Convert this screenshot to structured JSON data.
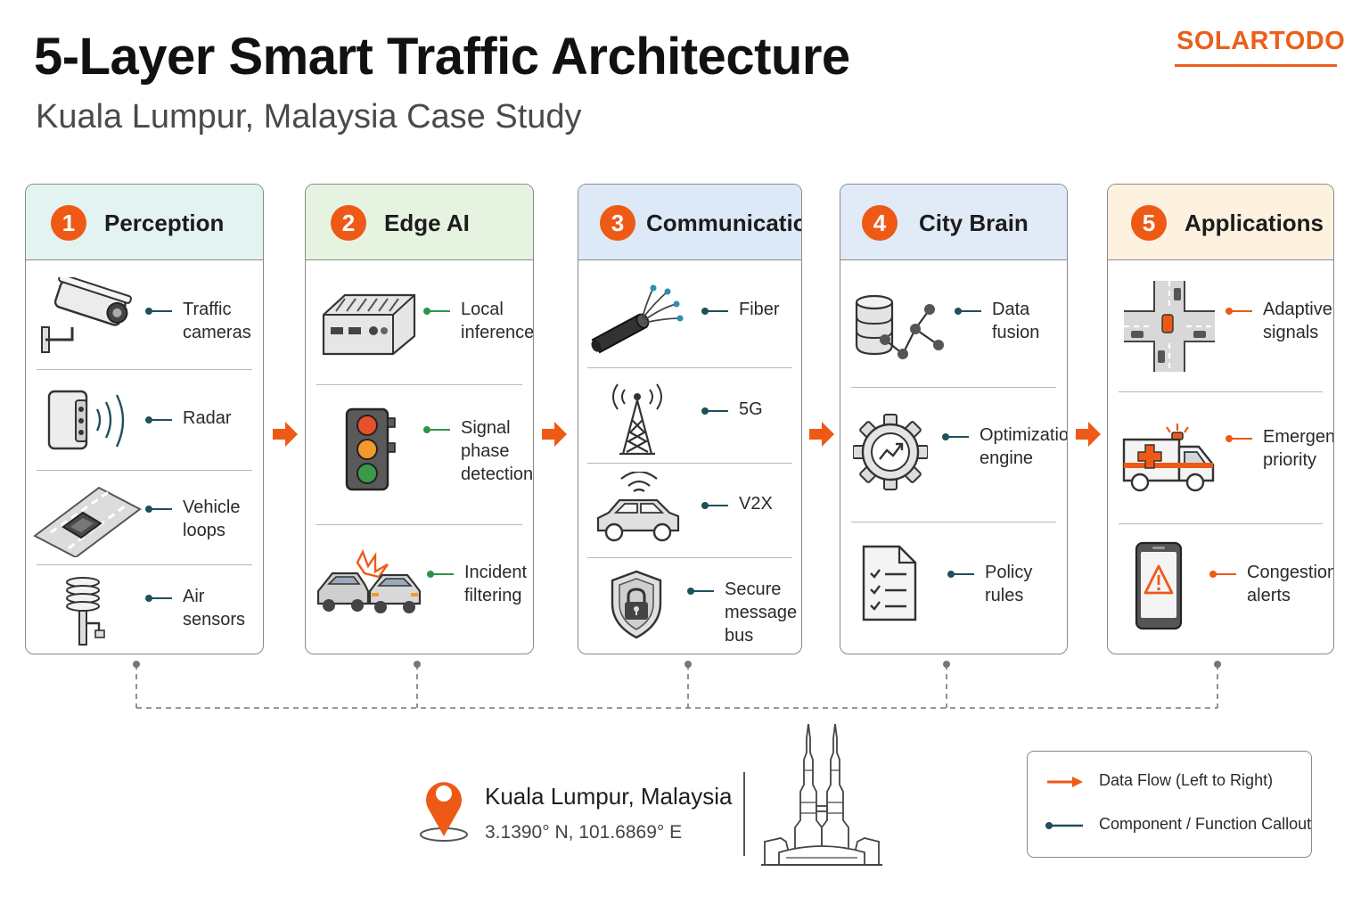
{
  "header": {
    "title": "5-Layer Smart Traffic Architecture",
    "subtitle": "Kuala Lumpur, Malaysia Case Study",
    "brand": "SOLARTODO"
  },
  "colors": {
    "accent": "#ee5a16",
    "teal_callout": "#1f4f5c",
    "green_callout": "#2e9448",
    "header_perception": "#e3f3f1",
    "header_edge_ai": "#e7f3e1",
    "header_communication": "#dde9f7",
    "header_city_brain": "#e1ebf8",
    "header_applications": "#fdf1df"
  },
  "layers": [
    {
      "number": "1",
      "title": "Perception",
      "items": [
        {
          "label": "Traffic\ncameras",
          "icon": "security-camera-icon"
        },
        {
          "label": "Radar",
          "icon": "radar-icon"
        },
        {
          "label": "Vehicle\nloops",
          "icon": "vehicle-loop-icon"
        },
        {
          "label": "Air\nsensors",
          "icon": "air-sensor-icon"
        }
      ]
    },
    {
      "number": "2",
      "title": "Edge AI",
      "items": [
        {
          "label": "Local\ninference",
          "icon": "edge-device-icon"
        },
        {
          "label": "Signal\nphase\ndetection",
          "icon": "traffic-light-icon"
        },
        {
          "label": "Incident\nfiltering",
          "icon": "car-crash-icon"
        }
      ]
    },
    {
      "number": "3",
      "title": "Communication",
      "items": [
        {
          "label": "Fiber",
          "icon": "fiber-cable-icon"
        },
        {
          "label": "5G",
          "icon": "cell-tower-icon"
        },
        {
          "label": "V2X",
          "icon": "connected-car-icon"
        },
        {
          "label": "Secure\nmessage\nbus",
          "icon": "shield-lock-icon"
        }
      ]
    },
    {
      "number": "4",
      "title": "City Brain",
      "items": [
        {
          "label": "Data\nfusion",
          "icon": "database-network-icon"
        },
        {
          "label": "Optimization\nengine",
          "icon": "gear-chart-icon"
        },
        {
          "label": "Policy\nrules",
          "icon": "checklist-document-icon"
        }
      ]
    },
    {
      "number": "5",
      "title": "Applications",
      "items": [
        {
          "label": "Adaptive\nsignals",
          "icon": "intersection-icon"
        },
        {
          "label": "Emergency\npriority",
          "icon": "ambulance-icon"
        },
        {
          "label": "Congestion\nalerts",
          "icon": "phone-alert-icon"
        }
      ]
    }
  ],
  "location": {
    "name": "Kuala Lumpur, Malaysia",
    "coords": "3.1390° N, 101.6869° E",
    "pin_icon": "location-pin-icon",
    "landmark_icon": "petronas-towers-icon"
  },
  "legend": {
    "data_flow": "Data Flow (Left to Right)",
    "callout": "Component / Function Callout"
  }
}
